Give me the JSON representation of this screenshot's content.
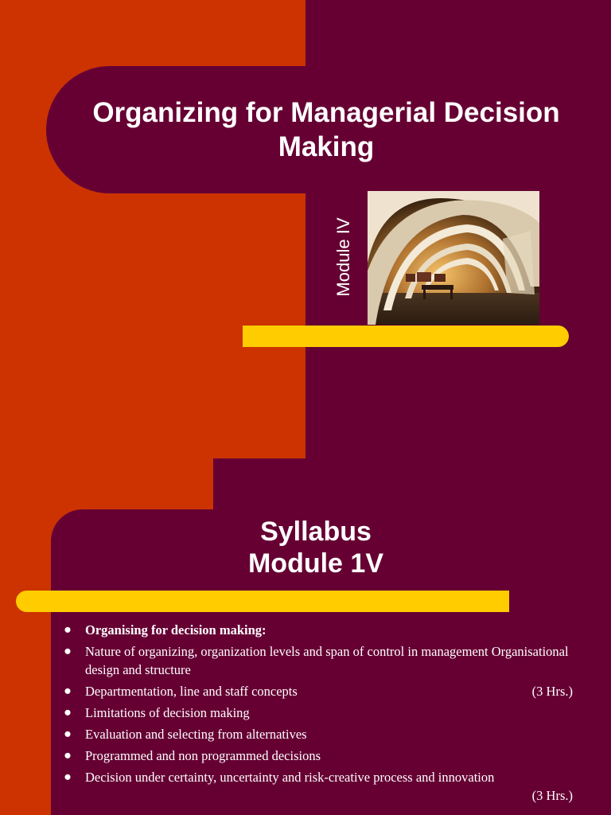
{
  "slide1": {
    "title": "Organizing for Managerial Decision Making",
    "subtitle": "Module IV",
    "photo": "vaulted-arches-corridor-photo"
  },
  "slide2": {
    "title_line1": "Syllabus",
    "title_line2": "Module 1V",
    "items": [
      {
        "text": "Organising for decision making:",
        "bold": true
      },
      {
        "text": "Nature of organizing, organization levels and span of control in management Organisational design and structure"
      },
      {
        "text": "Departmentation, line and staff concepts",
        "hours": "(3 Hrs.)"
      },
      {
        "text": "Limitations of decision making"
      },
      {
        "text": "Evaluation and selecting from alternatives"
      },
      {
        "text": "Programmed and non programmed decisions"
      },
      {
        "text": "Decision under certainty, uncertainty and risk-creative process and innovation",
        "hours": "(3 Hrs.)"
      }
    ],
    "bullet": "●"
  },
  "colors": {
    "background": "#660033",
    "orange": "#cc3300",
    "accent_bar": "#ffcc00",
    "text": "#ffffff"
  }
}
